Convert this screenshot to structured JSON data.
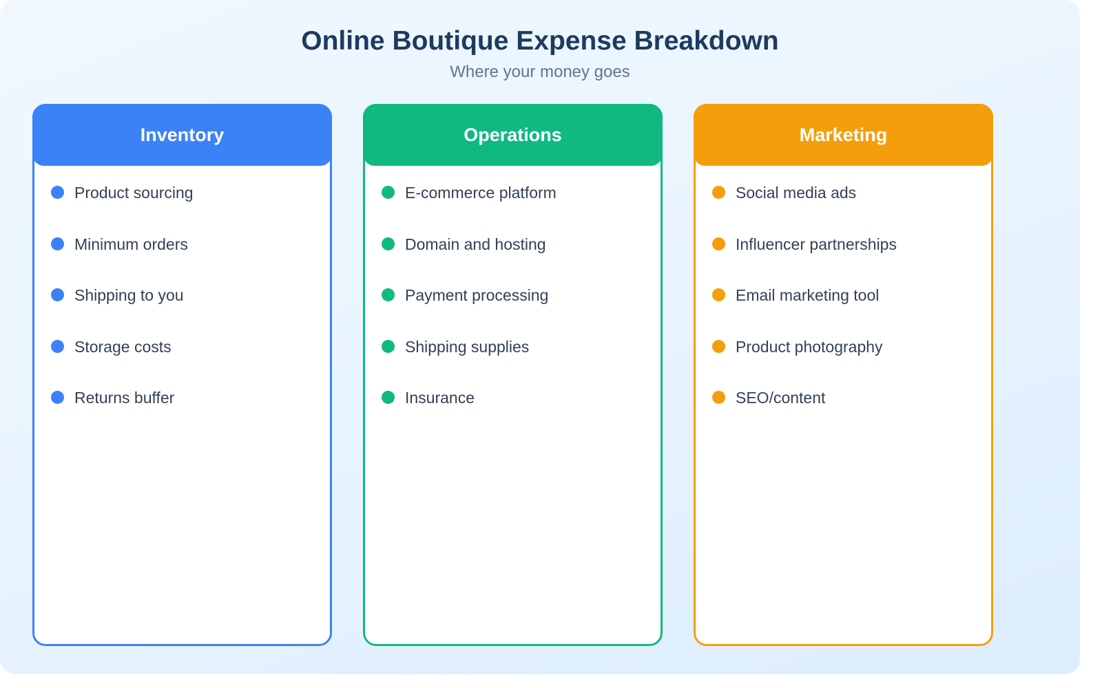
{
  "header": {
    "title": "Online Boutique Expense Breakdown",
    "subtitle": "Where your money goes"
  },
  "categories": [
    {
      "name": "Inventory",
      "color": "#3b82f6",
      "items": [
        "Product sourcing",
        "Minimum orders",
        "Shipping to you",
        "Storage costs",
        "Returns buffer"
      ]
    },
    {
      "name": "Operations",
      "color": "#10b981",
      "items": [
        "E-commerce platform",
        "Domain and hosting",
        "Payment processing",
        "Shipping supplies",
        "Insurance"
      ]
    },
    {
      "name": "Marketing",
      "color": "#f59e0b",
      "items": [
        "Social media ads",
        "Influencer partnerships",
        "Email marketing tool",
        "Product photography",
        "SEO/content"
      ]
    }
  ],
  "icons": {
    "bullet": "filled-circle-bullet-icon"
  }
}
